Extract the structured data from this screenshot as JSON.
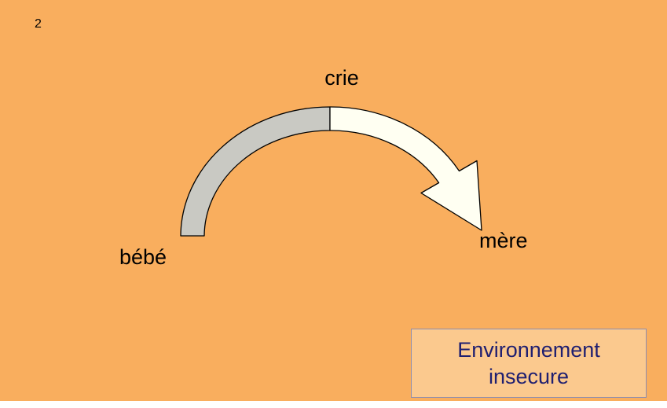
{
  "slide": {
    "number": "2",
    "background_color": "#f9ae5e",
    "labels": {
      "top": "crie",
      "left": "bébé",
      "right": "mère"
    },
    "arrow": {
      "left_fill": "#c9c9c3",
      "right_fill": "#fffff2",
      "stroke": "#000000"
    },
    "callout": {
      "line1": "Environnement",
      "line2": "insecure",
      "fill": "#fbc98e",
      "border_color": "#8d8db0",
      "text_color": "#1f1f70"
    }
  }
}
